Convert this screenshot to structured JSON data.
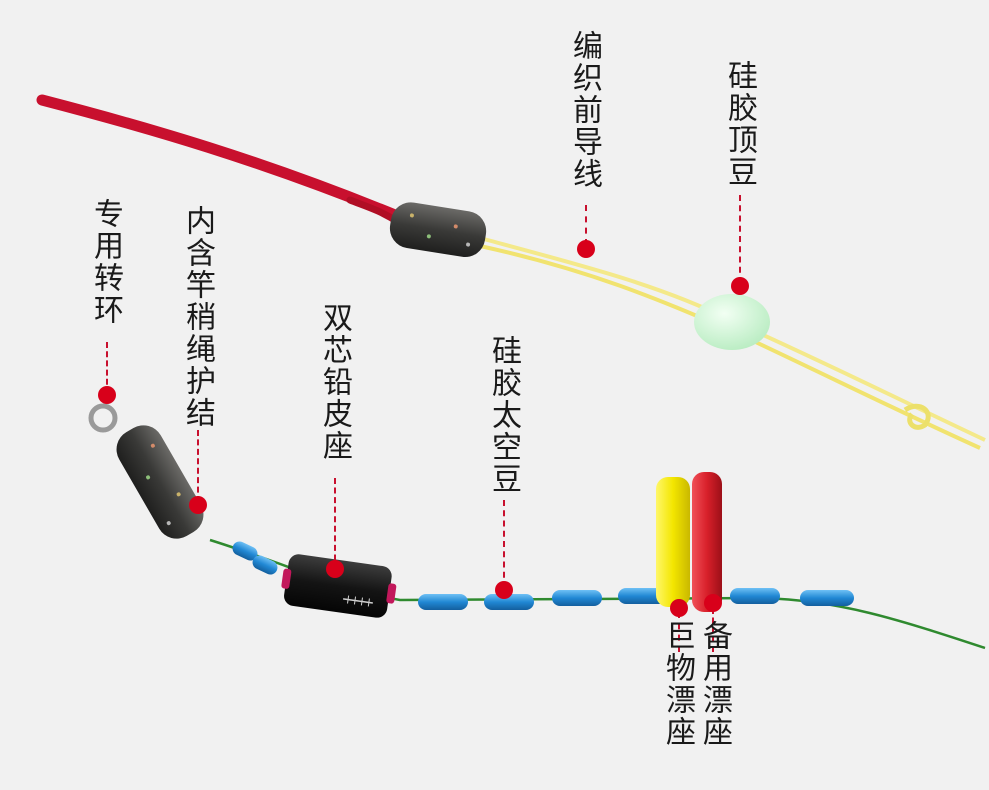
{
  "labels": {
    "braided_leader": "编织前导线",
    "silicone_top_bean": "硅胶顶豆",
    "swivel": "专用转环",
    "rod_tip_knot": "内含竿稍绳护结",
    "lead_seat": "双芯铅皮座",
    "space_bean": "硅胶太空豆",
    "giant_float_seat": "巨物漂座",
    "spare_float_seat": "备用漂座"
  },
  "colors": {
    "red_cord": "#c8102e",
    "yellow_line": "#f4e98a",
    "green_line": "#2f8a2f",
    "blue_bean": "#2b8fd6",
    "marker": "#d8001a",
    "yellow_float": "#f2e400",
    "red_float": "#d8202a",
    "glow_bean": "#cdf5d2",
    "dark_sleeve": "#3a3a3a"
  }
}
